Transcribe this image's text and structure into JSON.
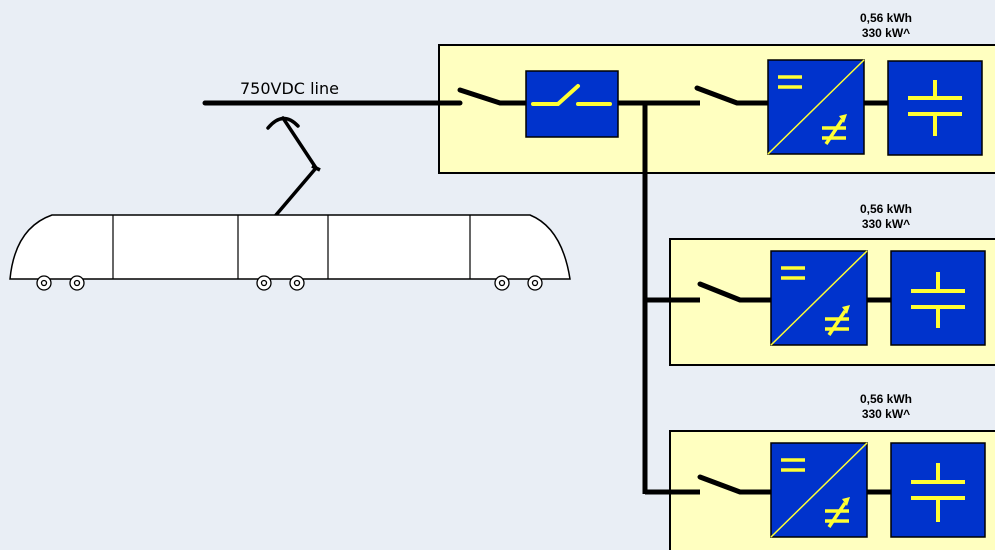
{
  "line": {
    "label": "750VDC line"
  },
  "modules": [
    {
      "energy": "0,56 kWh",
      "power": "330 kW^"
    },
    {
      "energy": "0,56 kWh",
      "power": "330 kW^"
    },
    {
      "energy": "0,56 kWh",
      "power": "330 kW^"
    }
  ],
  "colors": {
    "background": "#e9eef5",
    "module_fill": "#ffffc0",
    "block_fill": "#0033cc",
    "symbol": "#ffff33",
    "wire": "#000000"
  },
  "icons": {
    "breaker": "dc-circuit-breaker-icon",
    "converter": "dc-dc-converter-icon",
    "capacitor": "capacitor-icon"
  }
}
